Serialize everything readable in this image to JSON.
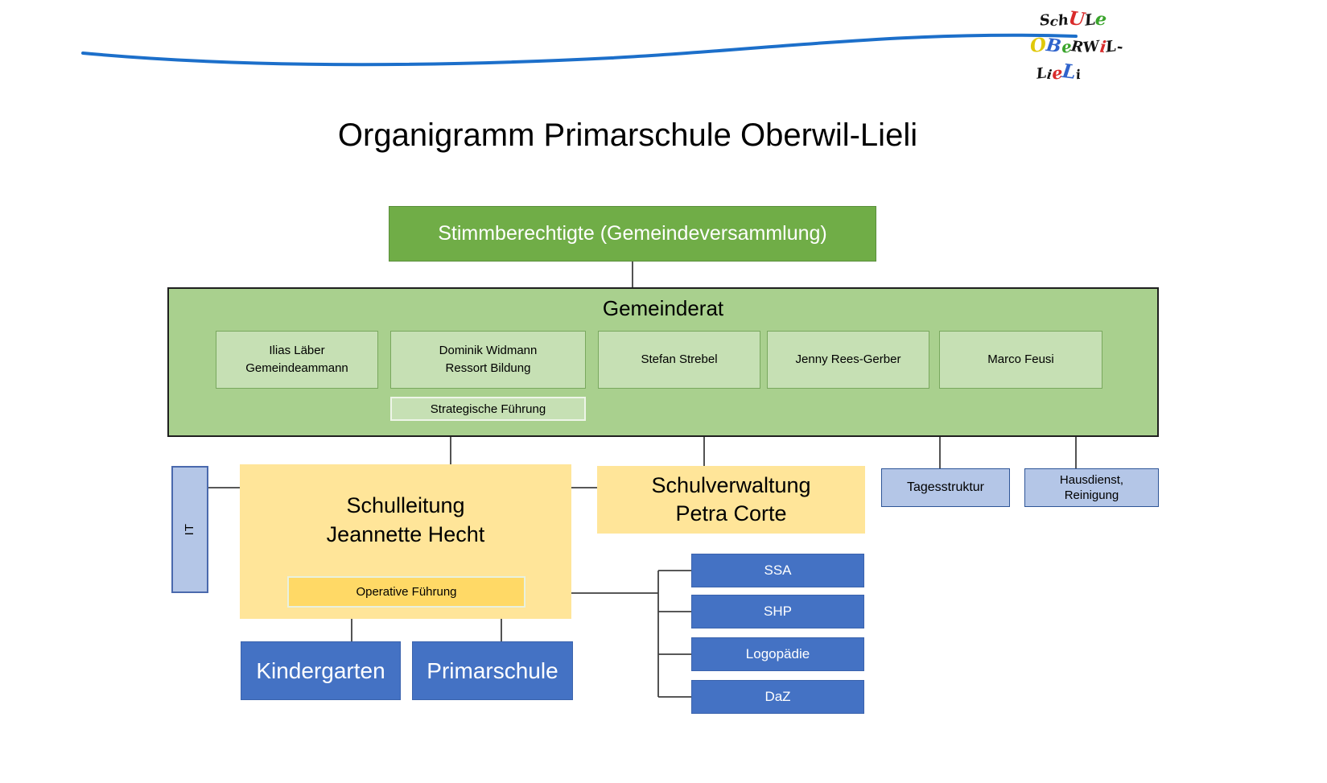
{
  "header": {
    "title": "Organigramm Primarschule Oberwil-Lieli",
    "logo_text": "Schule Oberwil-Lieli"
  },
  "logo_letters": [
    [
      {
        "t": "S",
        "c": "#141414",
        "s": 18
      },
      {
        "t": "c",
        "c": "#141414",
        "s": 16
      },
      {
        "t": "h",
        "c": "#141414",
        "s": 18
      },
      {
        "t": "U",
        "c": "#d92b2b",
        "s": 23
      },
      {
        "t": "L",
        "c": "#141414",
        "s": 19
      },
      {
        "t": "e",
        "c": "#3aa42c",
        "s": 22
      }
    ],
    [
      {
        "t": "O",
        "c": "#e0c80a",
        "s": 23
      },
      {
        "t": "B",
        "c": "#2f63cc",
        "s": 22
      },
      {
        "t": "e",
        "c": "#3aa42c",
        "s": 20
      },
      {
        "t": "R",
        "c": "#141414",
        "s": 18
      },
      {
        "t": "W",
        "c": "#141414",
        "s": 18
      },
      {
        "t": "i",
        "c": "#d92b2b",
        "s": 20
      },
      {
        "t": "L",
        "c": "#141414",
        "s": 19
      },
      {
        "t": "-",
        "c": "#141414",
        "s": 18
      }
    ],
    [
      {
        "t": "L",
        "c": "#141414",
        "s": 18
      },
      {
        "t": "i",
        "c": "#141414",
        "s": 16
      },
      {
        "t": "e",
        "c": "#d92b2b",
        "s": 21
      },
      {
        "t": "L",
        "c": "#2f63cc",
        "s": 24
      },
      {
        "t": "i",
        "c": "#141414",
        "s": 16
      }
    ]
  ],
  "top_box": {
    "label": "Stimmberechtigte (Gemeindeversammlung)"
  },
  "gemeinderat": {
    "title": "Gemeinderat",
    "members": [
      {
        "name": "Ilias Läber",
        "role": "Gemeindeammann"
      },
      {
        "name": "Dominik Widmann",
        "role": "Ressort Bildung"
      },
      {
        "name": "Stefan Strebel"
      },
      {
        "name": "Jenny Rees-Gerber"
      },
      {
        "name": "Marco Feusi"
      }
    ],
    "strategic_label": "Strategische Führung"
  },
  "schulleitung": {
    "title": "Schulleitung",
    "person": "Jeannette Hecht",
    "operative_label": "Operative Führung"
  },
  "schulverwaltung": {
    "title": "Schulverwaltung",
    "person": "Petra Corte"
  },
  "it_box": {
    "label": "IT"
  },
  "support_boxes": {
    "tagesstruktur": "Tagesstruktur",
    "hausdienst_line1": "Hausdienst,",
    "hausdienst_line2": "Reinigung"
  },
  "schools": {
    "kindergarten": "Kindergarten",
    "primarschule": "Primarschule"
  },
  "services": [
    "SSA",
    "SHP",
    "Logopädie",
    "DaZ"
  ],
  "colors": {
    "green": "#70AD47",
    "green_container": "#A9D08E",
    "green_light": "#C6E0B4",
    "yellow": "#FFE599",
    "yellow_dark": "#FFD966",
    "blue_light": "#B4C6E7",
    "blue": "#4472C4",
    "wave_blue": "#1c6fca",
    "connector": "#404040"
  }
}
